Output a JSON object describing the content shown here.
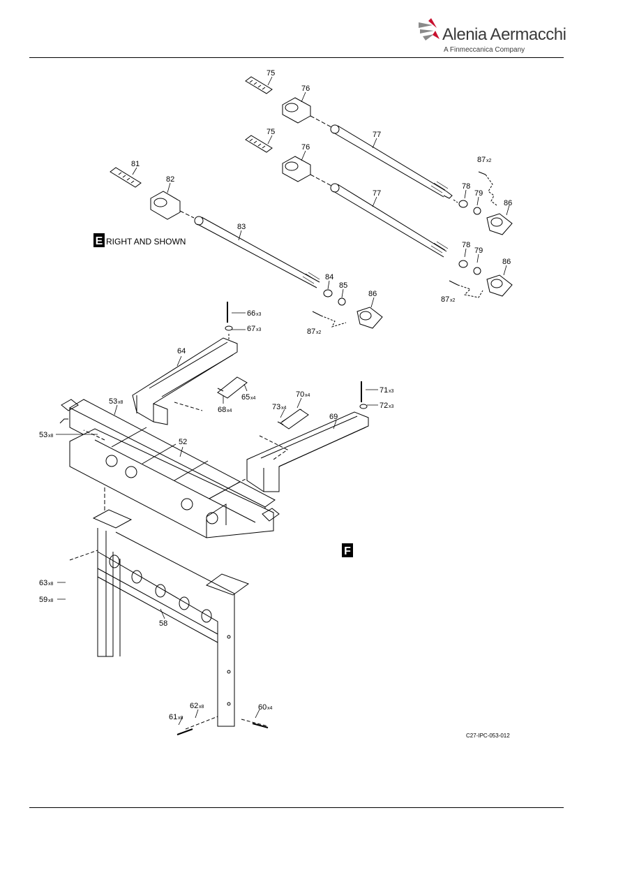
{
  "header": {
    "brand": "Alenia Aermacchi",
    "tagline": "A Finmeccanica Company",
    "accent": "#c8102e"
  },
  "view_e": {
    "letter": "E",
    "note": "RIGHT AND SHOWN"
  },
  "view_f": {
    "letter": "F"
  },
  "figure_ref": "C27-IPC-053-012",
  "callouts": {
    "c75a": "75",
    "c76a": "76",
    "c77a": "77",
    "c75b": "75",
    "c76b": "76",
    "c77b": "77",
    "c81": "81",
    "c82": "82",
    "c83": "83",
    "c84": "84",
    "c85": "85",
    "c86a": "86",
    "c87a": "87",
    "q87a": "x2",
    "c78a": "78",
    "c79a": "79",
    "c86b": "86",
    "c78b": "78",
    "c79b": "79",
    "c86c": "86",
    "c87b": "87",
    "q87b": "x2",
    "c87c": "87",
    "q87c": "x2",
    "c66": "66",
    "q66": "x3",
    "c67": "67",
    "q67": "x3",
    "c64": "64",
    "c65": "65",
    "q65": "x4",
    "c68": "68",
    "q68": "x4",
    "c53a": "53",
    "q53a": "x8",
    "c53b": "53",
    "q53b": "x8",
    "c52": "52",
    "c71": "71",
    "q71": "x3",
    "c72": "72",
    "q72": "x3",
    "c70": "70",
    "q70": "x4",
    "c73": "73",
    "q73": "x4",
    "c69": "69",
    "c63": "63",
    "q63": "x8",
    "c59": "59",
    "q59": "x8",
    "c58": "58",
    "c61": "61",
    "q61": "x8",
    "c62": "62",
    "q62": "x8",
    "c60": "60",
    "q60": "x4"
  }
}
